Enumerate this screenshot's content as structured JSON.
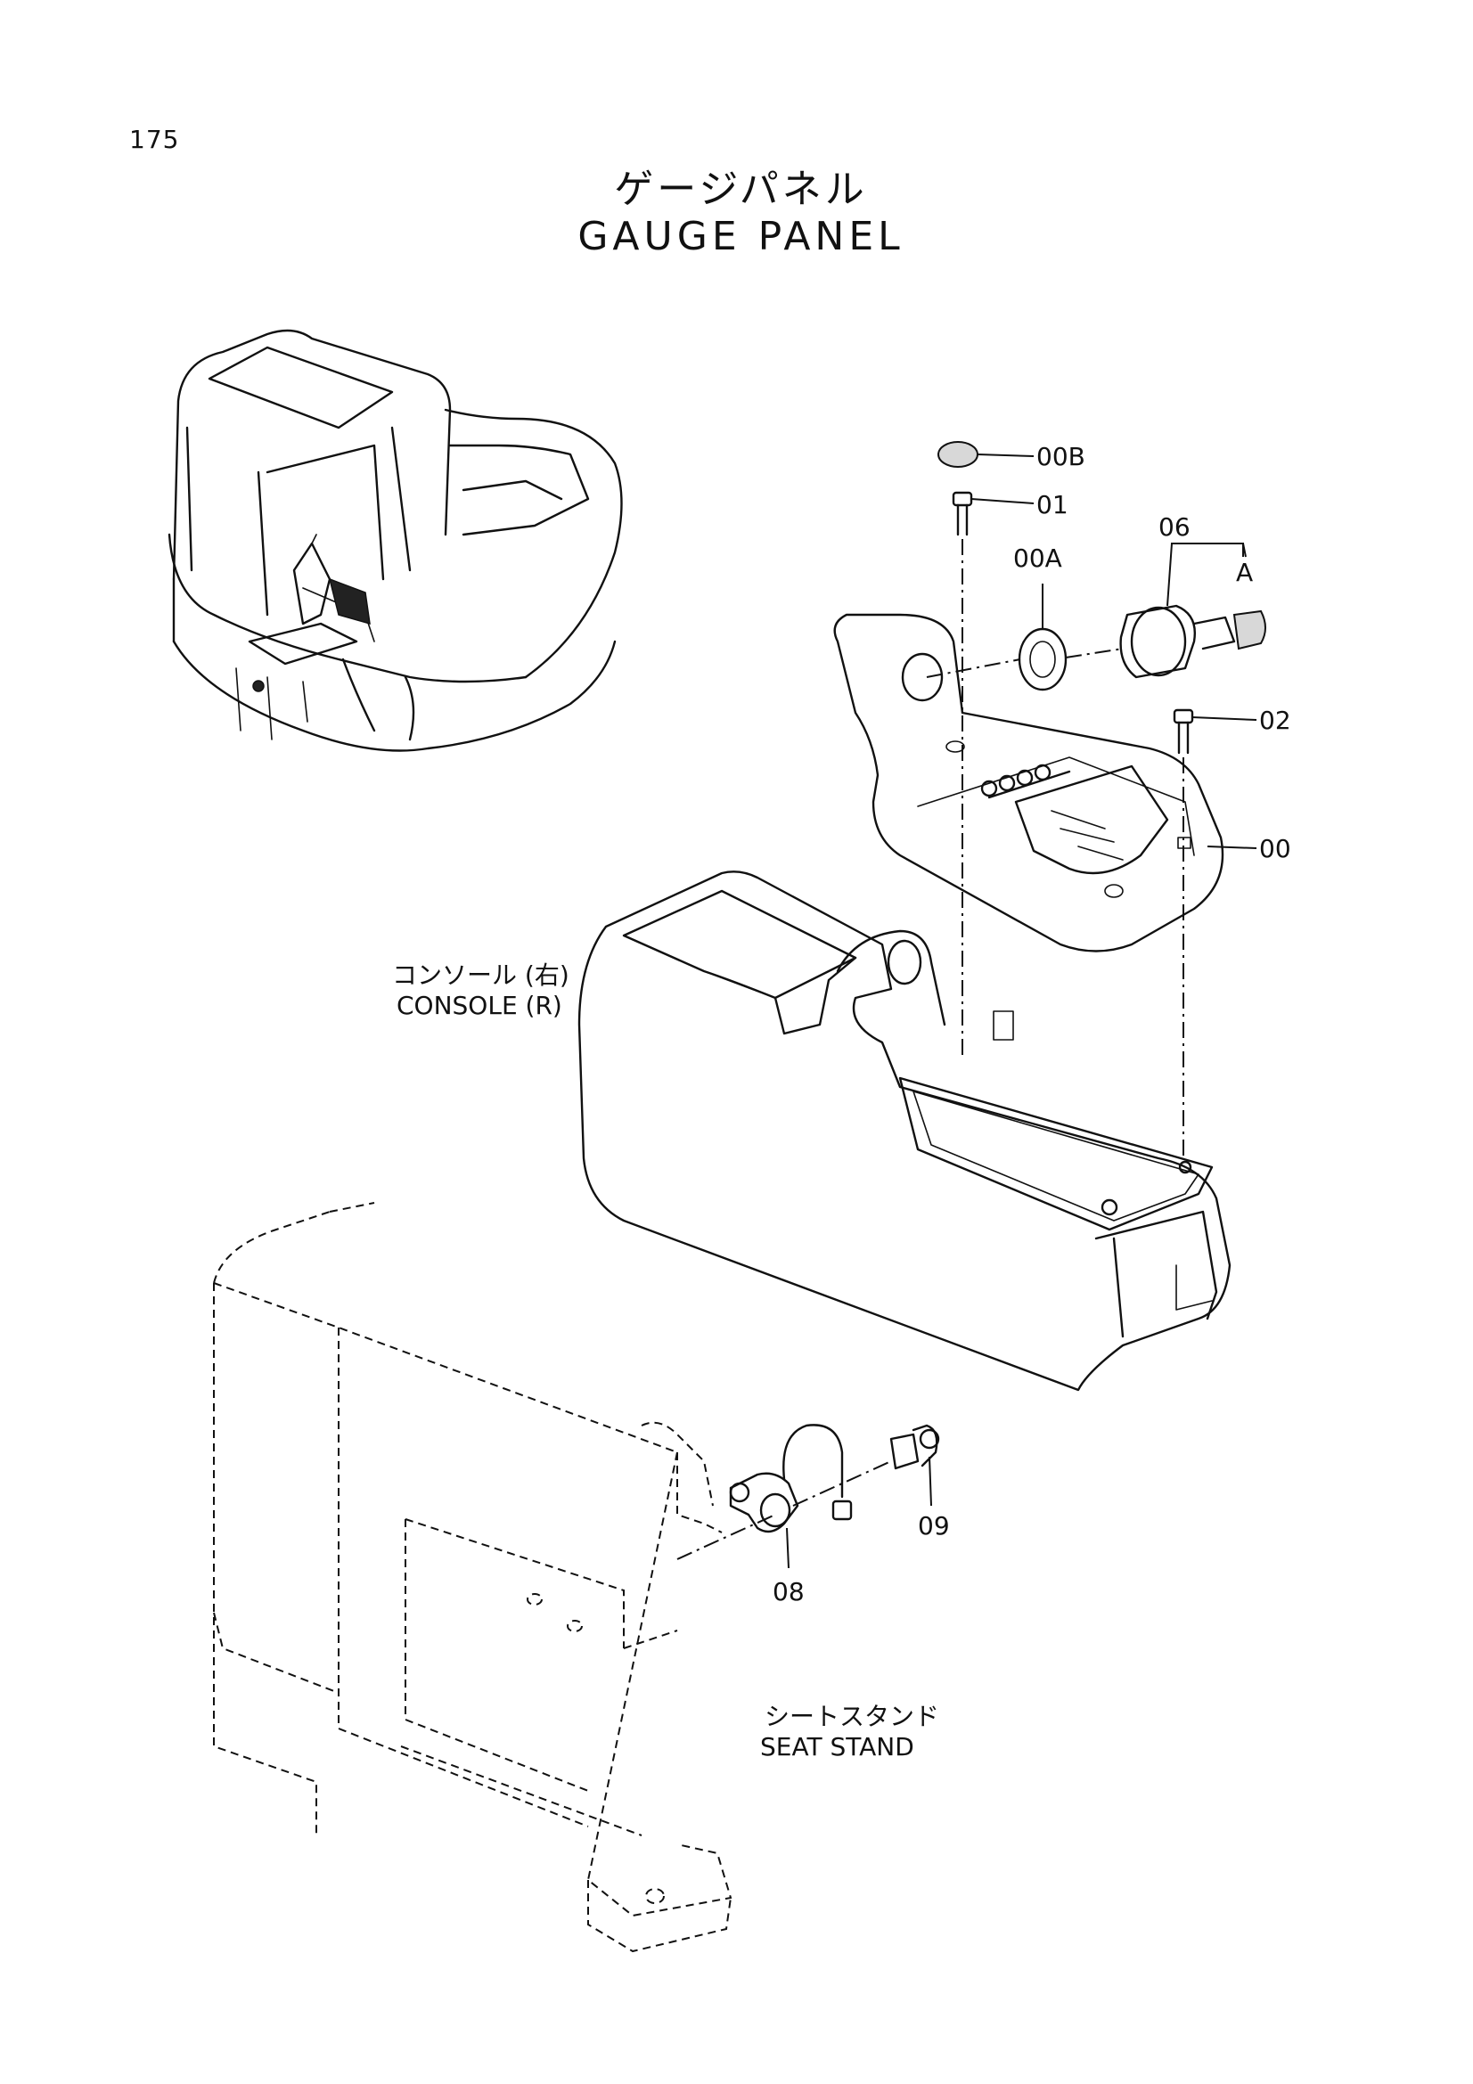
{
  "page_number": "175",
  "title": {
    "japanese": "ゲージパネル",
    "english": "GAUGE PANEL"
  },
  "labels": {
    "console_jp": "コンソール (右)",
    "console_en": "CONSOLE (R)",
    "seat_stand_jp": "シートスタンド",
    "seat_stand_en": "SEAT STAND"
  },
  "callouts": {
    "00B": "00B",
    "01": "01",
    "06": "06",
    "00A": "00A",
    "A": "A",
    "02": "02",
    "00": "00",
    "09": "09",
    "08": "08"
  }
}
